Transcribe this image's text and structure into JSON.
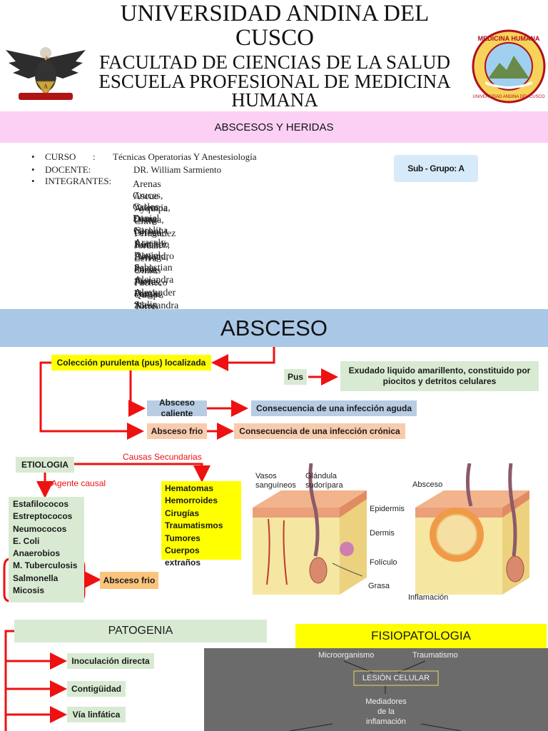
{
  "header": {
    "university_line1": "UNIVERSIDAD ANDINA DEL",
    "university_line2": "CUSCO",
    "faculty": "FACULTAD DE CIENCIAS DE LA SALUD",
    "school_line1": "ESCUELA PROFESIONAL DE MEDICINA",
    "school_line2": "HUMANA",
    "seal_text": "MEDICINA HUMANA",
    "seal_bottom": "UNIVERSIDAD ANDINA DEL CUSCO"
  },
  "banner": {
    "title": "ABSCESOS Y HERIDAS"
  },
  "info": {
    "curso_label": "CURSO",
    "curso_sep": ":",
    "curso_value": "Técnicas Operatorias Y Anestesiología",
    "docente_label": "DOCENTE:",
    "docente_value": "DR. William Sarmiento",
    "integrantes_label": "INTEGRANTES:",
    "members": [
      "Arenas Cruces, Carlos Daniel",
      "Ascue Valencia, Diana Carolina",
      "Ayquipa Ortega, Nichol Aracely",
      "Chile Ortega, Romario Daniel",
      "Fernandez Sanchez, Alejandro Sebastian",
      "Jordan Beisaga, Paula Alejandra",
      "Leiva Soria, Jhon Alexander",
      "Olmos Flores, Frank Stalin",
      "Pacheco Vargas, Alessandra Leyla",
      "Quispe Torre, Katerine Yajaida"
    ],
    "subgroup": "Sub - Grupo: A"
  },
  "absceso": {
    "title": "ABSCESO",
    "coleccion": "Colección purulenta (pus) localizada",
    "pus": "Pus",
    "pus_def": "Exudado liquido amarillento, constituido por piocitos y detritos celulares",
    "caliente": "Absceso caliente",
    "caliente_def": "Consecuencia de una infección aguda",
    "frio": "Absceso frio",
    "frio_def": "Consecuencia de una infección crónica"
  },
  "etiologia": {
    "title": "ETIOLOGIA",
    "causas_label": "Causas Secundarias",
    "agente_label": "Agente causal",
    "agentes": [
      "Estafilococos",
      "Estreptococos",
      "Neumococos",
      "E. Coli",
      "Anaerobios",
      "M. Tuberculosis",
      "Salmonella",
      "Micosis"
    ],
    "causas": [
      "Hematomas",
      "Hemorroides",
      "Cirugías",
      "Traumatismos",
      "Tumores",
      "Cuerpos extraños"
    ],
    "absceso_frio": "Absceso frio"
  },
  "skin": {
    "vasos": "Vasos sanguíneos",
    "glandula": "Glándula sudorípara",
    "absceso": "Absceso",
    "epidermis": "Epidermis",
    "dermis": "Dermis",
    "foliculo": "Folículo",
    "grasa": "Grasa",
    "inflamacion": "Inflamación"
  },
  "patogenia": {
    "title": "PATOGENIA",
    "items": [
      "Inoculación directa",
      "Contigüidad",
      "Vía linfática"
    ]
  },
  "fisiopatologia": {
    "title": "FISIOPATOLOGIA",
    "microorganismo": "Microorganismo",
    "traumatismo": "Traumatismo",
    "lesion": "LESIÓN CELULAR",
    "mediadores": "Mediadores de la inflamación"
  },
  "colors": {
    "red": "#ee1111",
    "green": "#d9ead3",
    "yellow": "#ffff00",
    "blue": "#b8cce4",
    "salmon": "#f8cbad",
    "pink_banner": "#fcd0f4",
    "title_bar": "#a9c7e6"
  }
}
